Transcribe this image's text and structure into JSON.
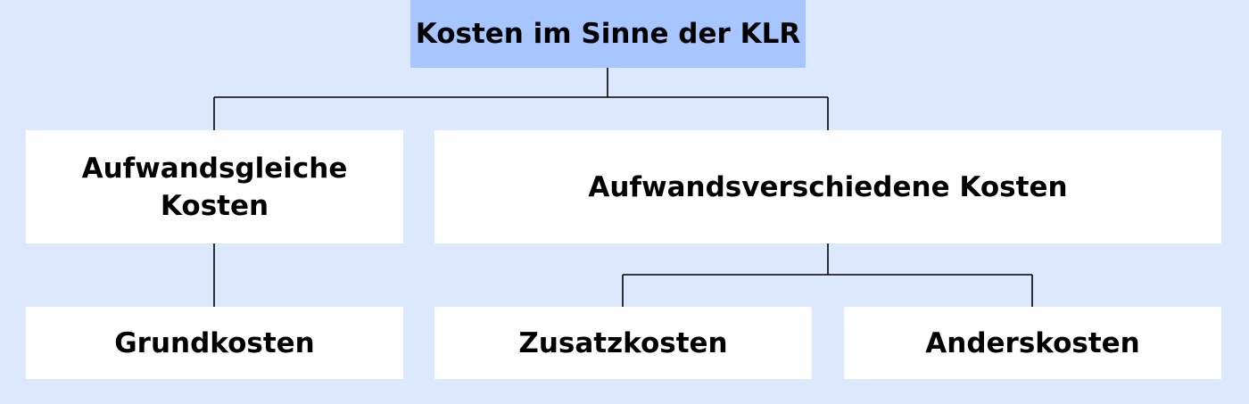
{
  "diagram": {
    "root": {
      "label": "Kosten im Sinne der KLR"
    },
    "level1": [
      {
        "label": "Aufwandsgleiche Kosten"
      },
      {
        "label": "Aufwandsverschiedene Kosten"
      }
    ],
    "level2": [
      {
        "label": "Grundkosten"
      },
      {
        "label": "Zusatzkosten"
      },
      {
        "label": "Anderskosten"
      }
    ]
  },
  "colors": {
    "background": "#dce8fd",
    "root_fill": "#a7c6ff",
    "node_fill": "#ffffff",
    "line": "#000000"
  }
}
